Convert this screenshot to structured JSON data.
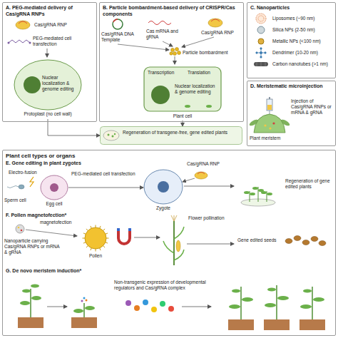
{
  "diagram": {
    "nodes": [
      {
        "text": [
          "A. PEG-mediated delivery of Cas/gRNA RNPs"
        ]
      },
      {
        "text": [
          "B. Particle bombardment-based delivery of CRISPR/Cas components"
        ]
      },
      {
        "text": [
          "C. Nanoparticles"
        ]
      },
      {
        "text": [
          "D. Meristematic microinjection"
        ]
      },
      {
        "text": [
          "Nuclear localization & genome editing",
          "Protoplast (no cell wall)"
        ],
        "in": 0
      },
      {
        "text": [
          "Transcription",
          "Translation",
          "Nuclear localization & genome editing",
          "Plant cell"
        ],
        "in": 1
      },
      {
        "text": [
          "Regeneration of transgene-free, gene edited plants"
        ]
      },
      {
        "text": [
          "Plant cell types or organs"
        ]
      },
      {
        "text": [
          "Egg cell"
        ],
        "in": 7
      },
      {
        "text": [
          "Zygote"
        ],
        "in": 7
      },
      {
        "text": [
          "Pollen"
        ],
        "in": 7
      }
    ],
    "edges": [
      {
        "from": 4,
        "to": 6,
        "arrow": "to"
      },
      {
        "from": 5,
        "to": 6,
        "arrow": "to"
      },
      {
        "from": 8,
        "to": 9,
        "arrow": "to"
      }
    ],
    "labels": [
      "Cas/gRNA RNP",
      "PEG-mediated cell transfection",
      "Cas/gRNA DNA Template",
      "Cas mRNA and gRNA",
      "Cas/gRNA RNP",
      "Particle bombardment",
      "Liposomes (~90 nm)",
      "Silica NPs (2-50 nm)",
      "Metallic NPs (<100 nm)",
      "Dendrimer (10-20 nm)",
      "Carbon nanotubes (>1 nm)",
      "Injection of Cas/gRNA RNPs or mRNA & gRNA",
      "Plant meristem",
      "E. Gene editing in plant zygotes",
      "Electro-fusion",
      "Sperm cell",
      "PEG-mediated cell transfection",
      "Cas/gRNA RNP",
      "Regeneration of gene edited plants",
      "F. Pollen magnetofection*",
      "magnetofection",
      "Nanoparticle carrying Cas/gRNA RNPs or mRNA & gRNA",
      "Flower pollination",
      "Gene edited seeds",
      "G. De novo meristem induction*",
      "Non-transgenic expression of developmental regulators and Cas/gRNA complex"
    ]
  }
}
